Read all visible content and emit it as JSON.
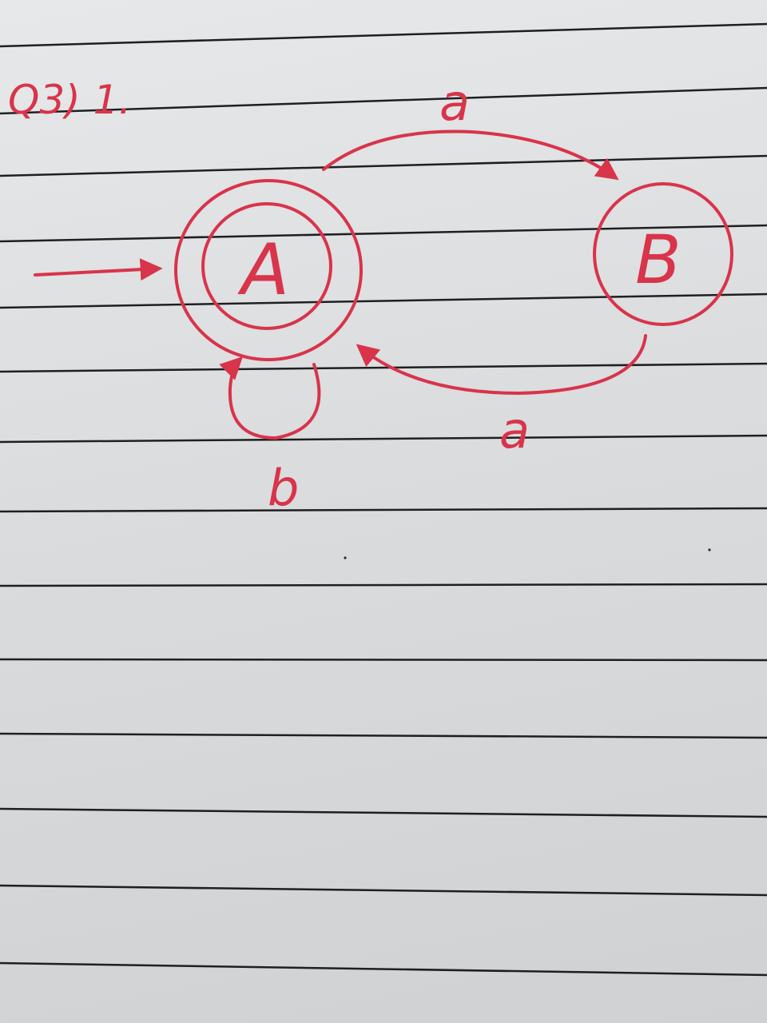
{
  "question_label": "Q3) 1.",
  "ink_color": "#d8344a",
  "rule_color": "#1f1f22",
  "paper_color": "#dfe1e3",
  "diagram": {
    "type": "finite-automaton",
    "states": [
      {
        "id": "A",
        "label": "A",
        "initial": true,
        "accepting": true
      },
      {
        "id": "B",
        "label": "B",
        "initial": false,
        "accepting": false
      }
    ],
    "transitions": [
      {
        "from": "A",
        "to": "B",
        "label": "a"
      },
      {
        "from": "B",
        "to": "A",
        "label": "a"
      },
      {
        "from": "A",
        "to": "A",
        "label": "b"
      }
    ]
  }
}
